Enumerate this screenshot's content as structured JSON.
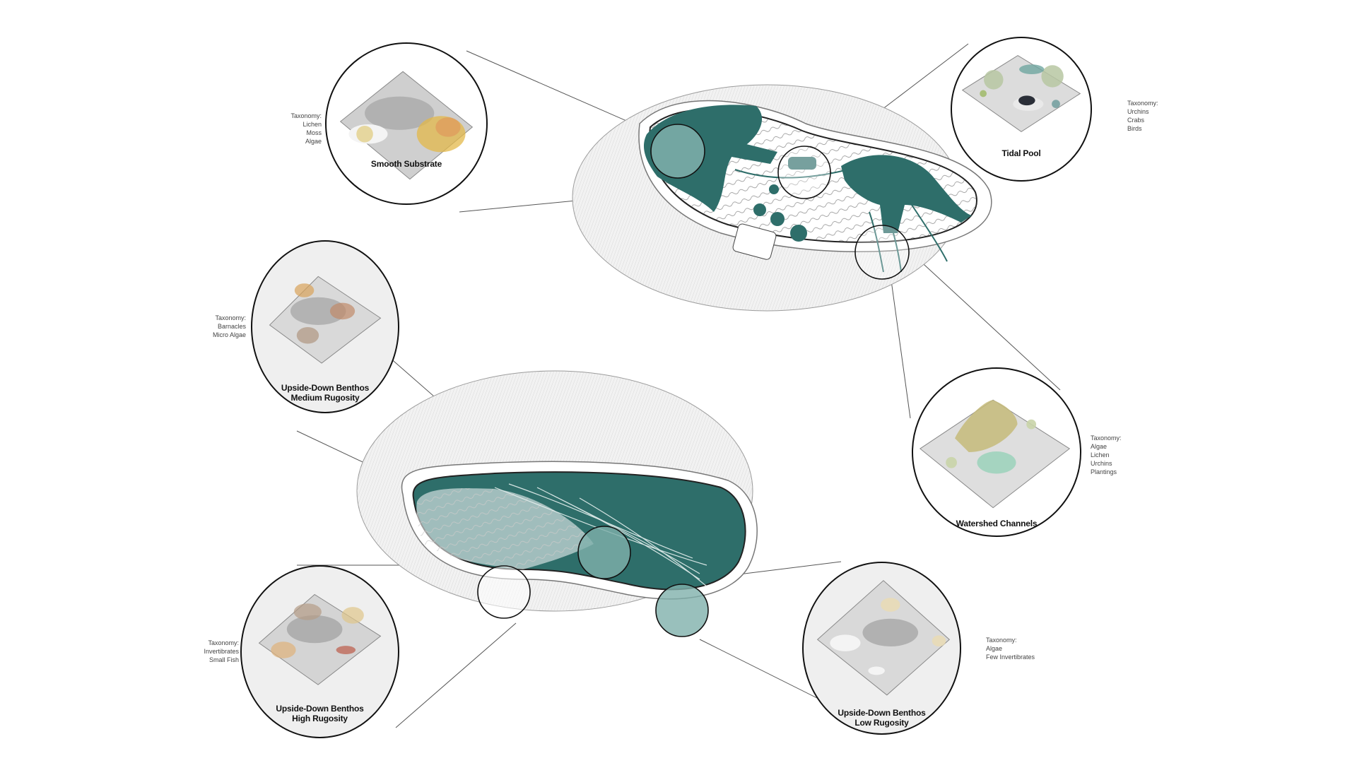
{
  "diagram": {
    "colors": {
      "teal": "#2e6e6a",
      "teal_light": "#7fb0ab",
      "outline": "#111111",
      "contour": "#9a9a9a",
      "background": "#ffffff",
      "callout_grey": "#efefef"
    },
    "plans": [
      {
        "id": "upper-plan",
        "description": "Plan with watershed channels (teal branching flows)"
      },
      {
        "id": "lower-plan",
        "description": "Plan with submerged teal basin and upside-down benthos"
      }
    ],
    "callouts": [
      {
        "id": "smooth-substrate",
        "title_lines": [
          "Smooth Substrate"
        ],
        "taxonomy_label": "Taxonomy:",
        "taxonomy": [
          "Lichen",
          "Moss",
          "Algae"
        ]
      },
      {
        "id": "tidal-pool",
        "title_lines": [
          "Tidal Pool"
        ],
        "taxonomy_label": "Taxonomy:",
        "taxonomy": [
          "Urchins",
          "Crabs",
          "Birds"
        ]
      },
      {
        "id": "upside-down-benthos-medium",
        "title_lines": [
          "Upside-Down Benthos",
          "Medium Rugosity"
        ],
        "taxonomy_label": "Taxonomy:",
        "taxonomy": [
          "Barnacles",
          "Micro Algae"
        ]
      },
      {
        "id": "watershed-channels",
        "title_lines": [
          "Watershed Channels"
        ],
        "taxonomy_label": "Taxonomy:",
        "taxonomy": [
          "Algae",
          "Lichen",
          "Urchins",
          "Plantings"
        ]
      },
      {
        "id": "upside-down-benthos-high",
        "title_lines": [
          "Upside-Down Benthos",
          "High Rugosity"
        ],
        "taxonomy_label": "Taxonomy:",
        "taxonomy": [
          "Invertibrates",
          "Small Fish"
        ]
      },
      {
        "id": "upside-down-benthos-low",
        "title_lines": [
          "Upside-Down Benthos",
          "Low Rugosity"
        ],
        "taxonomy_label": "Taxonomy:",
        "taxonomy": [
          "Algae",
          "Few Invertibrates"
        ]
      }
    ]
  }
}
